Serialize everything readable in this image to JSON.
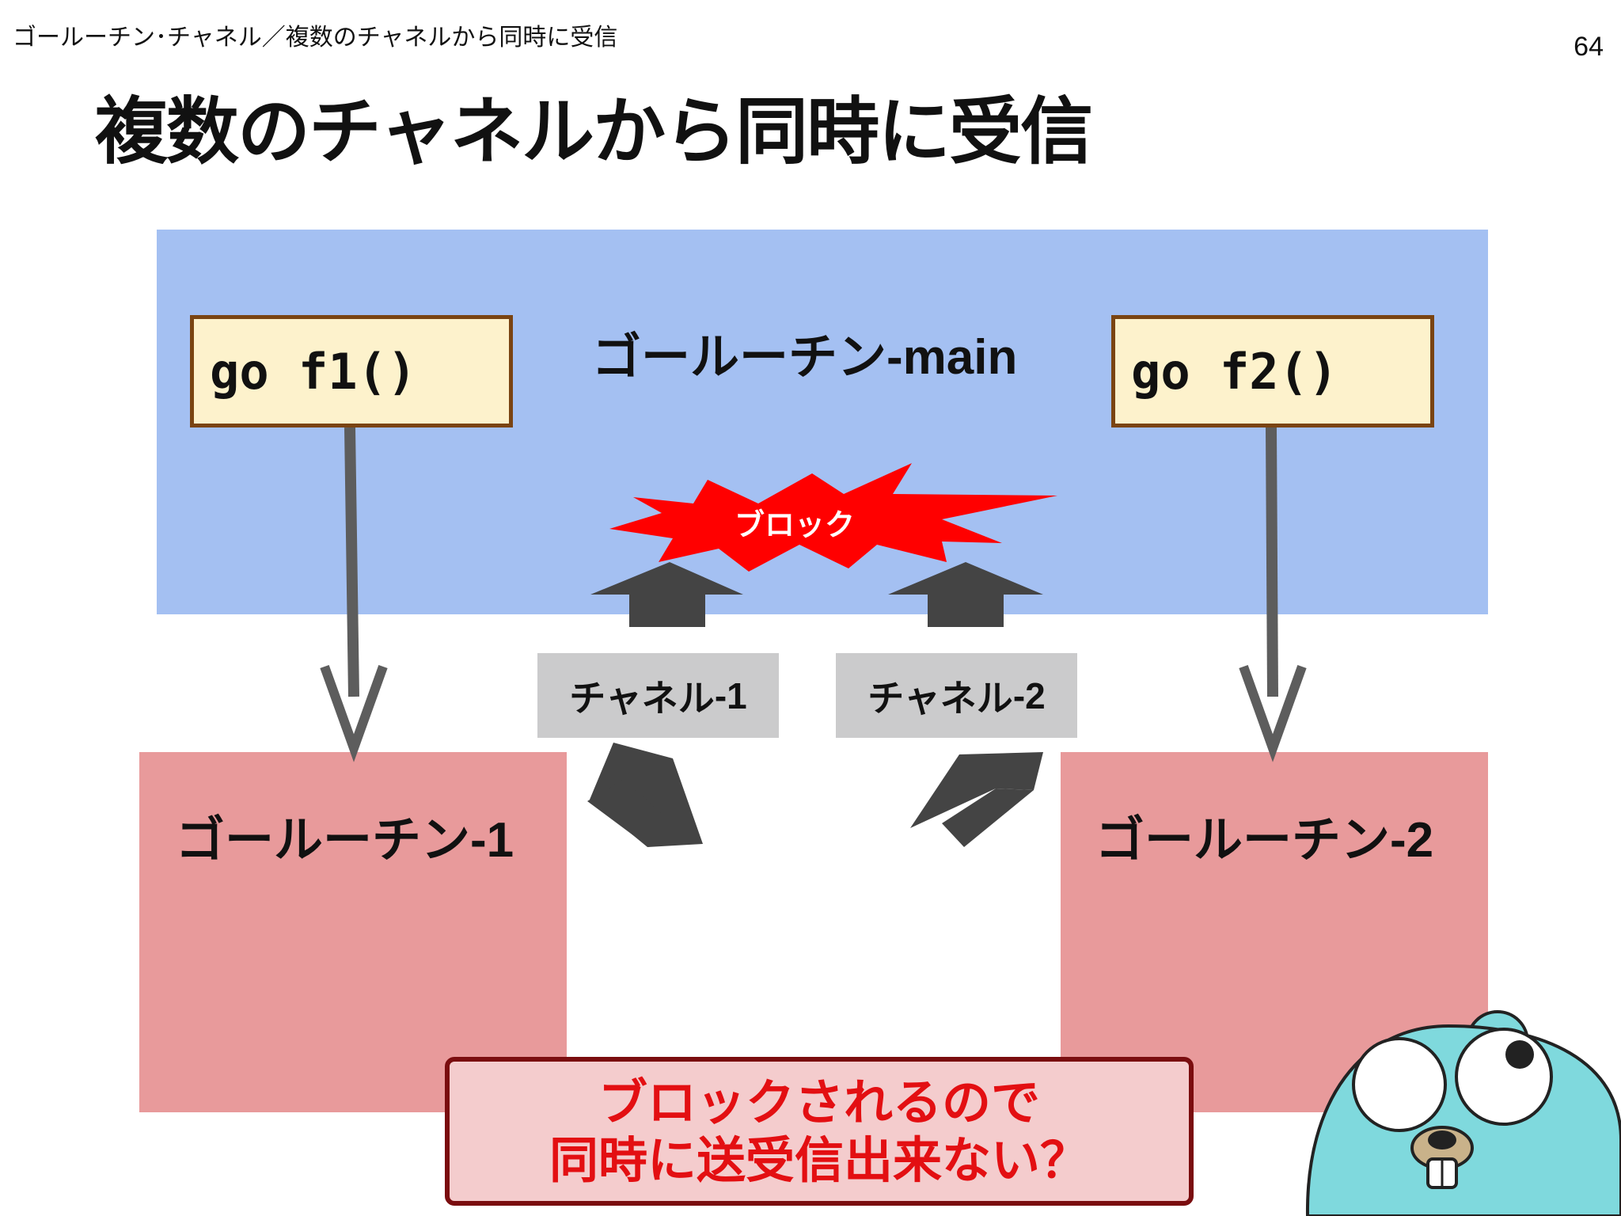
{
  "header": {
    "breadcrumb": "ゴールーチン･チャネル／複数のチャネルから同時に受信",
    "page_number": "64",
    "title": "複数のチャネルから同時に受信"
  },
  "diagram": {
    "main_label_jp": "ゴールーチン",
    "main_label_suffix": "-main",
    "note_left": "go f1()",
    "note_right": "go f2()",
    "burst_label": "ブロック",
    "channel1_jp": "チャネル",
    "channel1_suffix": "-1",
    "channel2_jp": "チャネル",
    "channel2_suffix": "-2",
    "goroutine1_jp": "ゴールーチン",
    "goroutine1_suffix": "-1",
    "goroutine2_jp": "ゴールーチン",
    "goroutine2_suffix": "-2",
    "callout_line1": "ブロックされるので",
    "callout_line2": "同時に送受信出来ない？"
  },
  "colors": {
    "main_area": "#a4c0f2",
    "goroutine_box": "#e89a9b",
    "channel_box": "#cbcbcc",
    "note_fill": "#fdf2cc",
    "note_border": "#7a4412",
    "burst": "#ff0000",
    "arrow": "#444444",
    "callout_text": "#e30f12",
    "mascot": "#7fd9dd"
  },
  "icons": {
    "burst": "explosion-burst-shape",
    "mascot": "go-gopher-mascot"
  }
}
